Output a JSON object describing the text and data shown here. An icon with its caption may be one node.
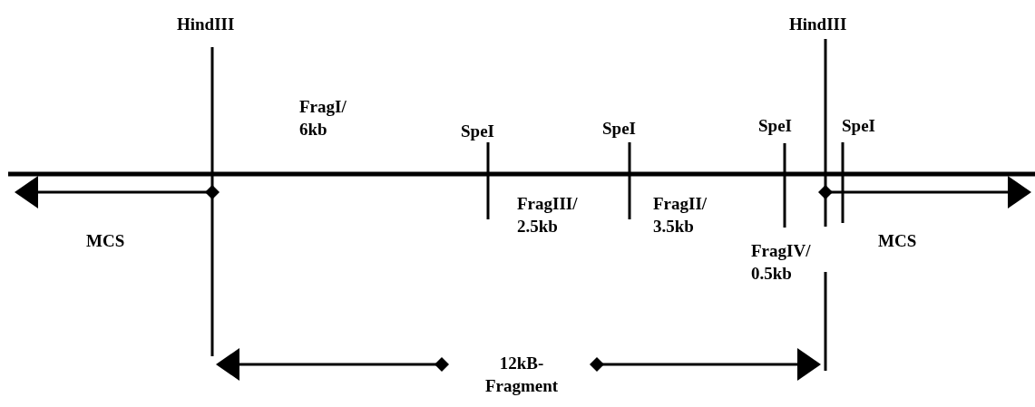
{
  "diagram": {
    "labels": [
      "HindIII",
      "HindIII",
      "FragI/ 6kb",
      "SpeI",
      "SpeI",
      "SpeI",
      "SpeI",
      "MCS",
      "FragIII/ 2.5kb",
      "FragII/ 3.5kb",
      "MCS",
      "FragIV/ 0.5kb",
      "12kB-Fragment"
    ]
  }
}
